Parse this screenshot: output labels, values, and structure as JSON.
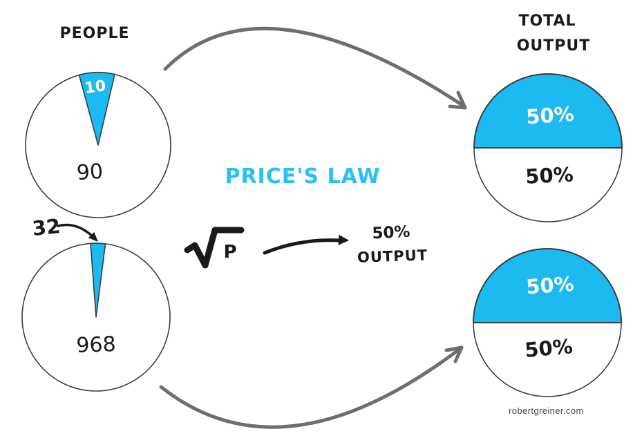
{
  "title": "Price's Law",
  "colors": {
    "accent_fill": "#1db9f1",
    "accent_text": "#29c0f8",
    "arrow_gray": "#6e6e6e",
    "ink": "#1a1a1a",
    "circle_stroke": "#3c3c3c",
    "pie_fill_bg": "#ffffff"
  },
  "people_section": {
    "heading": "People",
    "pie_top": {
      "small_value": "10",
      "large_value": "90"
    },
    "pie_bottom": {
      "small_value": "32",
      "large_value": "968"
    }
  },
  "formula": {
    "radicand": "P",
    "result_line1": "50%",
    "result_line2": "Output"
  },
  "output_section": {
    "heading_line1": "Total",
    "heading_line2": "Output",
    "pie_top": {
      "top_half": "50%",
      "bottom_half": "50%"
    },
    "pie_bottom": {
      "top_half": "50%",
      "bottom_half": "50%"
    }
  },
  "watermark": "robertgreiner.com"
}
